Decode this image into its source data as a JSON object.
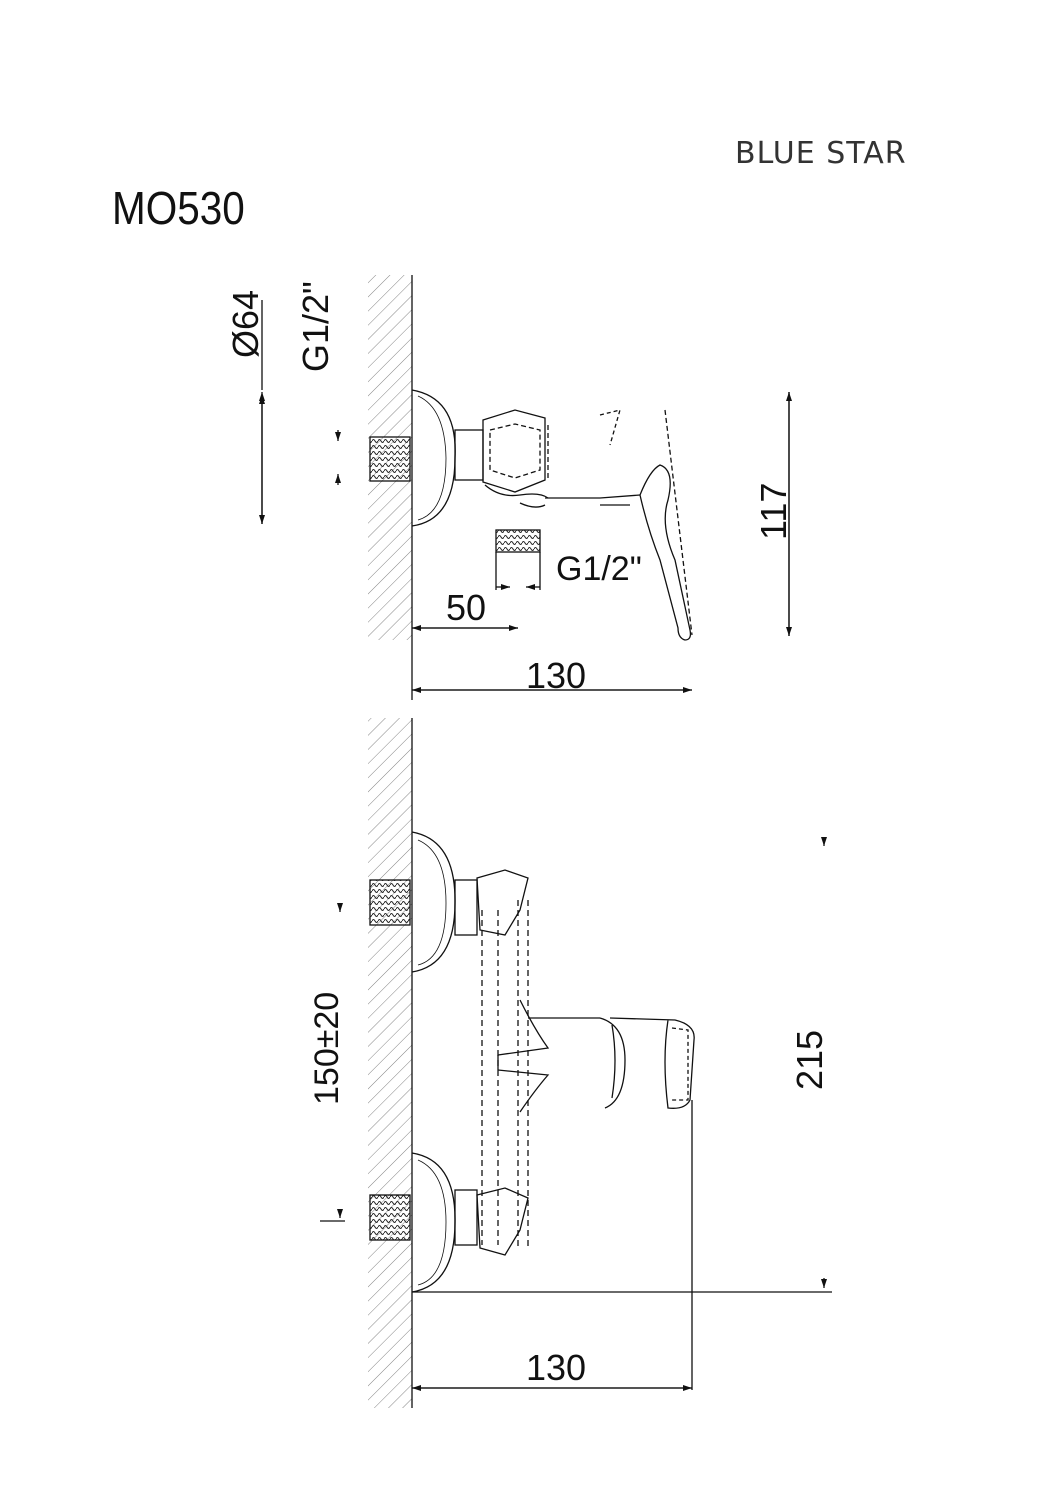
{
  "brand": "BLUE STAR",
  "model": "MO530",
  "top_view": {
    "dia_label": "Ø64",
    "thread_label_top": "G1/2\"",
    "thread_label_inlet": "G1/2\"",
    "dim_inset": "50",
    "dim_depth": "130",
    "dim_height": "117"
  },
  "front_view": {
    "dim_center_distance": "150±20",
    "dim_height": "215",
    "dim_depth": "130"
  }
}
